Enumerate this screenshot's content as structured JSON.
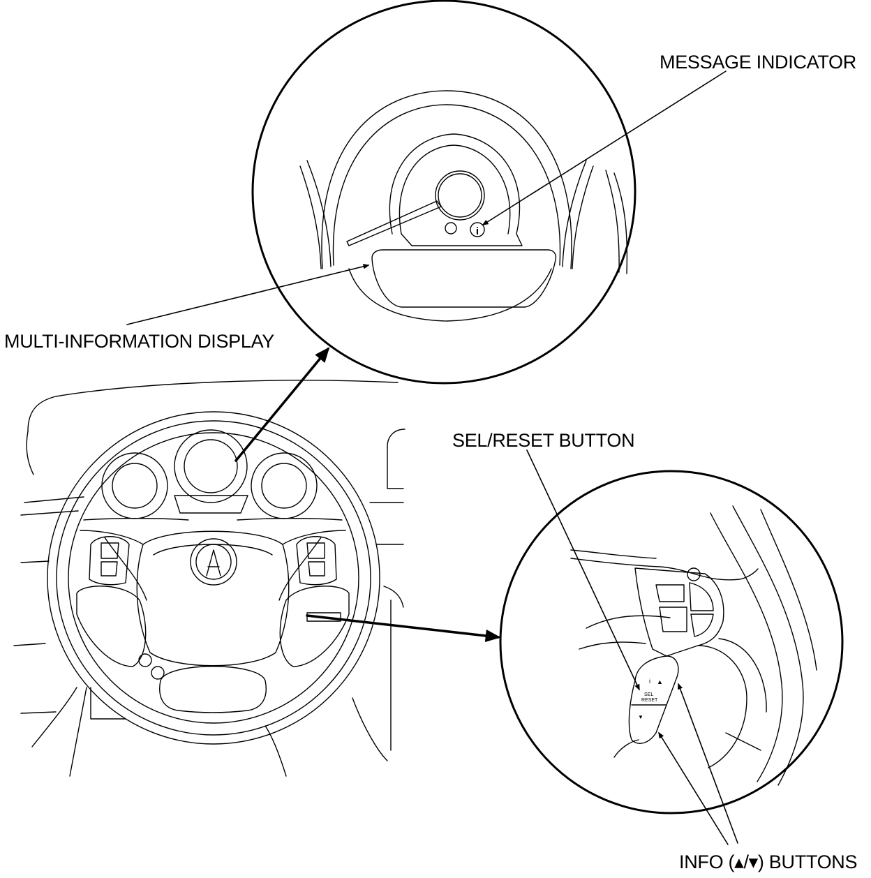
{
  "callouts": {
    "message_indicator": "MESSAGE INDICATOR",
    "multi_information_display": "MULTI-INFORMATION DISPLAY",
    "sel_reset_button": "SEL/RESET BUTTON",
    "info_buttons": "INFO (▴/▾) BUTTONS"
  },
  "button_markings": {
    "sel": "SEL",
    "reset": "RESET",
    "info_indicator": "i",
    "up_arrow": "▲",
    "down_arrow": "▼"
  },
  "colors": {
    "line": "#000000",
    "background": "#ffffff"
  }
}
